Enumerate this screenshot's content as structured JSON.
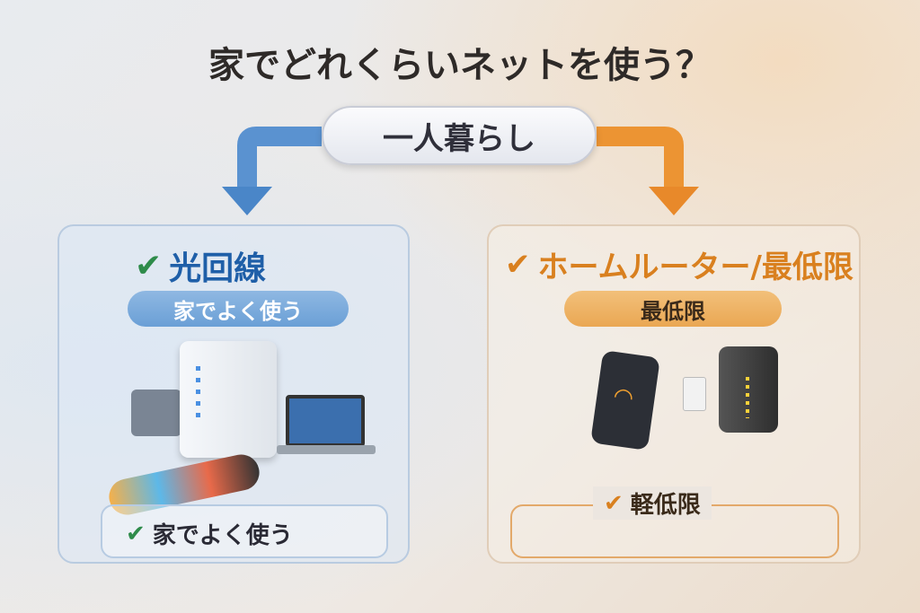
{
  "title": "家でどれくらいネットを使う？",
  "start": "一人暮らし",
  "left": {
    "heading": "光回線",
    "chip": "家でよく使う",
    "footer": "家でよく使う",
    "accent": "#3f7fc4",
    "check": "#2e8b4a"
  },
  "right": {
    "heading": "ホームルーター/最低限",
    "chip": "最低限",
    "footer": "軽低限",
    "accent": "#e08a2a"
  }
}
